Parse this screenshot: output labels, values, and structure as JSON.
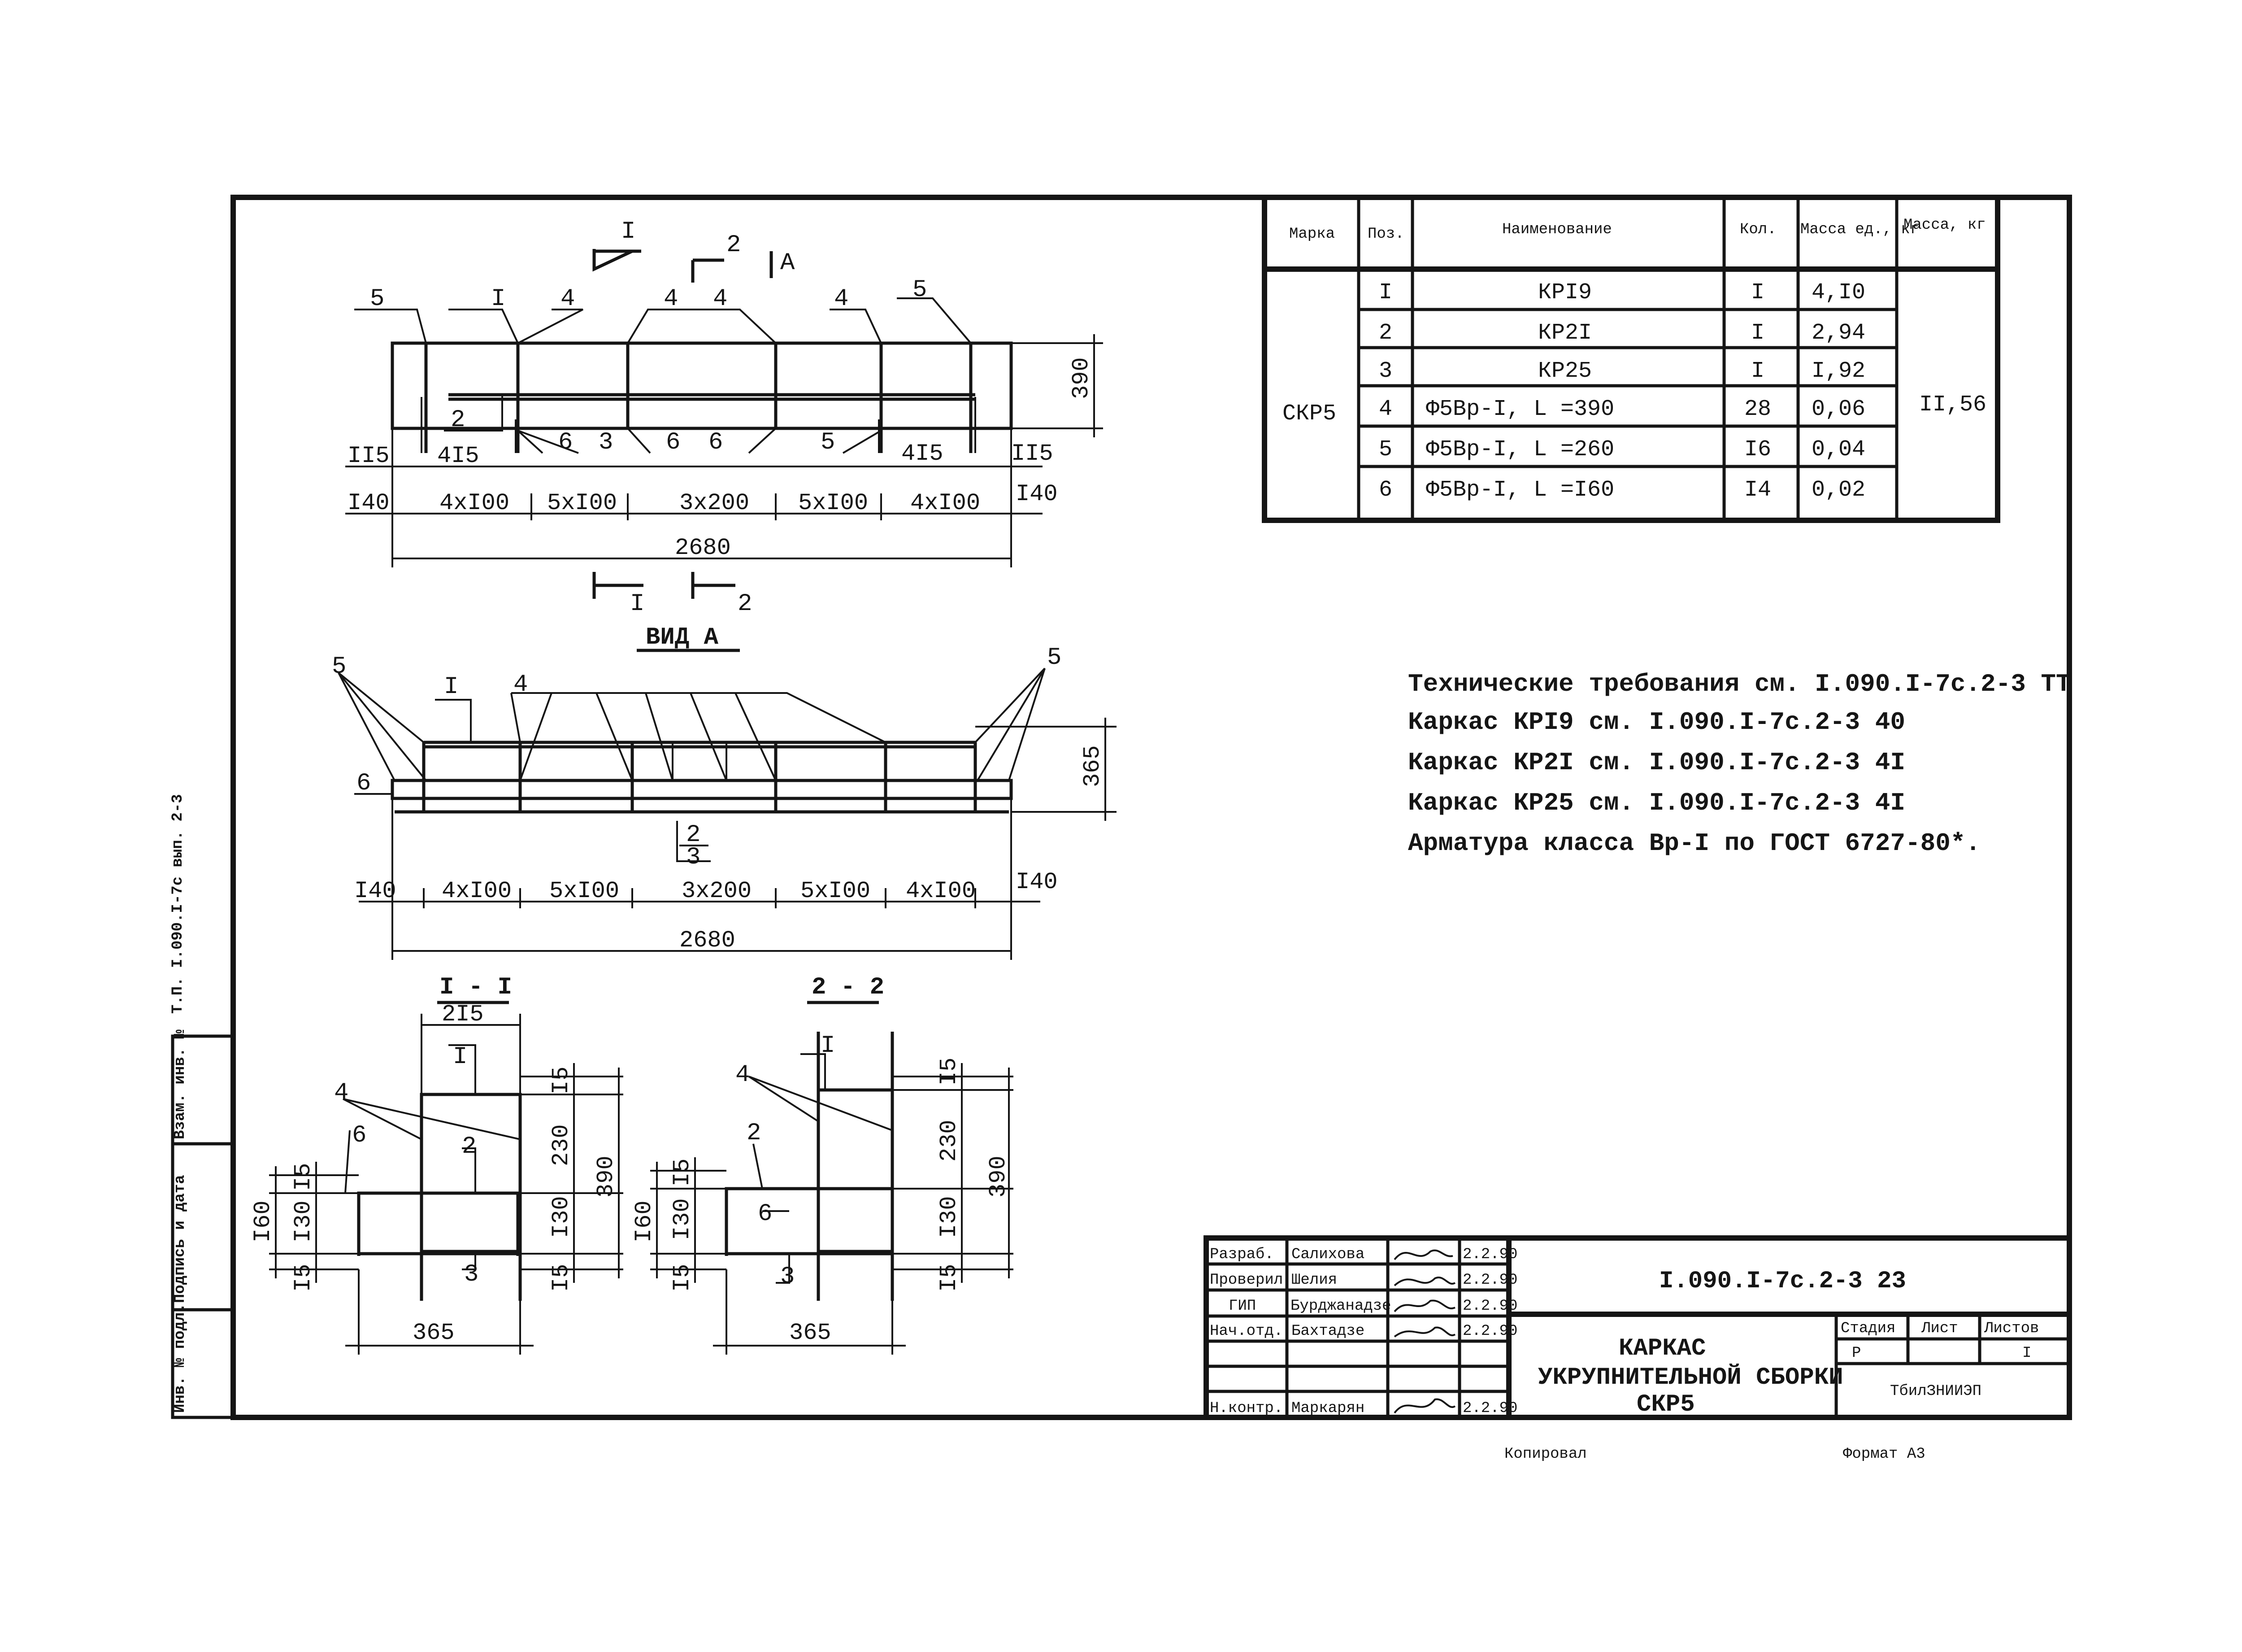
{
  "spec_table": {
    "headers": {
      "mark": "Марка",
      "pos": "Поз.",
      "name": "Наименование",
      "qty": "Кол.",
      "unit_mass": "Масса ед., кг",
      "mass": "Масса, кг"
    },
    "mark": "СКР5",
    "total_mass": "II,56",
    "rows": [
      {
        "pos": "I",
        "name": "КРI9",
        "qty": "I",
        "unit_mass": "4,I0"
      },
      {
        "pos": "2",
        "name": "КР2I",
        "qty": "I",
        "unit_mass": "2,94"
      },
      {
        "pos": "3",
        "name": "КР25",
        "qty": "I",
        "unit_mass": "I,92"
      },
      {
        "pos": "4",
        "name": "Ф5Вр-I, L =390",
        "qty": "28",
        "unit_mass": "0,06"
      },
      {
        "pos": "5",
        "name": "Ф5Вр-I, L =260",
        "qty": "I6",
        "unit_mass": "0,04"
      },
      {
        "pos": "6",
        "name": "Ф5Вр-I, L =I60",
        "qty": "I4",
        "unit_mass": "0,02"
      }
    ]
  },
  "notes": [
    "Технические требования см. I.090.I-7с.2-3 ТТ",
    "Каркас КРI9 см. I.090.I-7с.2-3 40",
    "Каркас КР2I см. I.090.I-7с.2-3 4I",
    "Каркас КР25 см. I.090.I-7с.2-3 4I",
    "Арматура класса Вр-I по ГОСТ 6727-80*."
  ],
  "plan_view": {
    "marks": {
      "m5a": "5",
      "m1": "I",
      "m4a": "4",
      "m4b": "4",
      "m4c": "4",
      "m4d": "4",
      "m5b": "5",
      "m2": "2",
      "m6a": "6",
      "m3": "3",
      "m6b": "6",
      "m6c": "6",
      "m5c": "5"
    },
    "dims": {
      "d115l": "II5",
      "d415l": "4I5",
      "d415r": "4I5",
      "d115r": "II5",
      "d140l": "I40",
      "s1": "4xI00",
      "s2": "5xI00",
      "s3": "3x200",
      "s4": "5xI00",
      "s5": "4xI00",
      "d140r": "I40",
      "total": "2680",
      "height": "390"
    },
    "section_marks": {
      "top1": "I",
      "top2": "2",
      "topA": "А",
      "bot1": "I",
      "bot2": "2"
    }
  },
  "view_a": {
    "title": "ВИД А",
    "marks": {
      "m5l": "5",
      "m1": "I",
      "m4": "4",
      "m5r": "5",
      "m6": "6",
      "m2": "2",
      "m3": "3"
    },
    "dims": {
      "d140l": "I40",
      "s1": "4xI00",
      "s2": "5xI00",
      "s3": "3x200",
      "s4": "5xI00",
      "s5": "4xI00",
      "d140r": "I40",
      "total": "2680",
      "height": "365"
    }
  },
  "section_1": {
    "title": "I - I",
    "marks": {
      "m1": "I",
      "m4": "4",
      "m6": "6",
      "m2": "2",
      "m3": "3"
    },
    "dims": {
      "top": "2I5",
      "h15a": "I5",
      "h230": "230",
      "h390": "390",
      "h15b": "I5",
      "h130a": "I30",
      "h15c": "I5",
      "l15a": "I5",
      "l130": "I30",
      "l15b": "I5",
      "l160": "I60",
      "width": "365"
    }
  },
  "section_2": {
    "title": "2 - 2",
    "marks": {
      "m1": "I",
      "m4": "4",
      "m2": "2",
      "m6": "6",
      "m3": "3"
    },
    "dims": {
      "h15a": "I5",
      "h230": "230",
      "h390": "390",
      "h130": "I30",
      "h15c": "I5",
      "l15a": "I5",
      "l130": "I30",
      "l15b": "I5",
      "l160": "I60",
      "width": "365"
    }
  },
  "title_block": {
    "roles": [
      "Разраб.",
      "Проверил",
      "ГИП",
      "Нач.отд.",
      "",
      "",
      "Н.контр."
    ],
    "names": [
      "Салихова",
      "Шелия",
      "Бурджанадзе",
      "Бахтадзе",
      "",
      "",
      "Маркарян"
    ],
    "dates": [
      "2.2.90",
      "2.2.90",
      "2.2.90",
      "2.2.90",
      "",
      "",
      "2.2.90"
    ],
    "code": "I.090.I-7с.2-3 23",
    "title_lines": [
      "КАРКАС",
      "УКРУПНИТЕЛЬНОЙ СБОРКИ",
      "СКР5"
    ],
    "stage_label": "Стадия",
    "sheet_label": "Лист",
    "sheets_label": "Листов",
    "stage": "Р",
    "sheets": "I",
    "org": "ТбилЗНИИЭП"
  },
  "side_stamp": {
    "labels": [
      "Инв. № подл.",
      "Подпись и дата",
      "Взам. инв. №"
    ],
    "doc_ref": "Т.П. I.090.I-7с вып. 2-3"
  },
  "footer": {
    "copied": "Копировал",
    "format": "Формат А3"
  }
}
